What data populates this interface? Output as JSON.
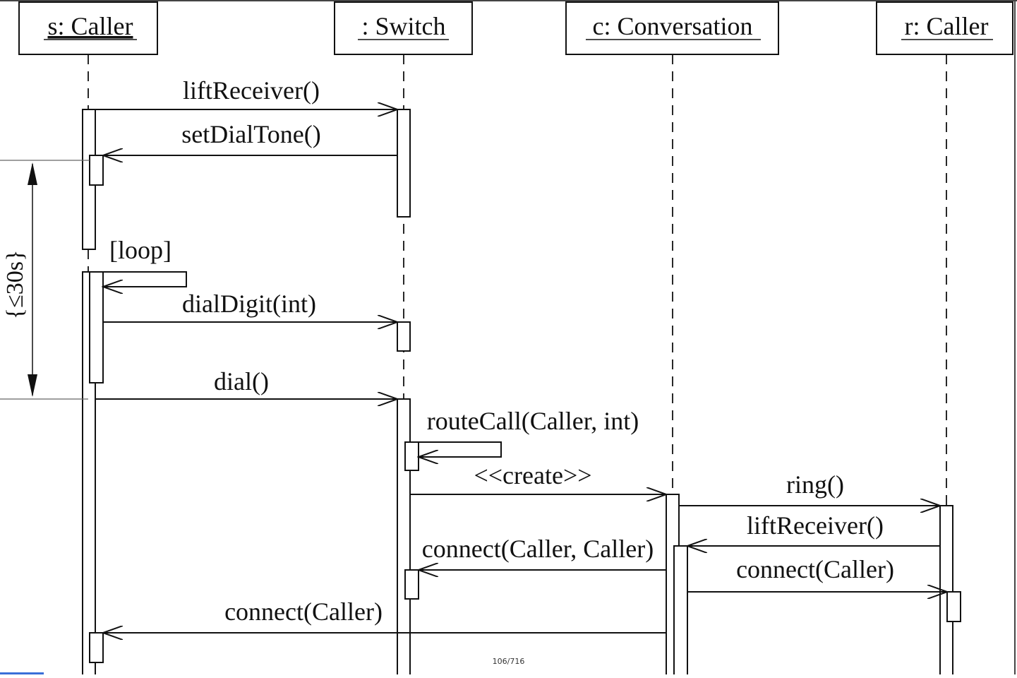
{
  "diagram": {
    "lifelines": [
      {
        "id": "s",
        "label": "s: Caller"
      },
      {
        "id": "sw",
        "label": ": Switch"
      },
      {
        "id": "c",
        "label": "c: Conversation"
      },
      {
        "id": "r",
        "label": "r: Caller"
      }
    ],
    "messages": [
      {
        "id": "m1",
        "label": "liftReceiver()"
      },
      {
        "id": "m2",
        "label": "setDialTone()"
      },
      {
        "id": "m3",
        "label": "dialDigit(int)"
      },
      {
        "id": "m4",
        "label": "dial()"
      },
      {
        "id": "m5",
        "label": "routeCall(Caller, int)"
      },
      {
        "id": "m6",
        "label": "<<create>>"
      },
      {
        "id": "m7",
        "label": "ring()"
      },
      {
        "id": "m8",
        "label": "liftReceiver()"
      },
      {
        "id": "m9",
        "label": "connect(Caller, Caller)"
      },
      {
        "id": "m10",
        "label": "connect(Caller)"
      },
      {
        "id": "m11",
        "label": "connect(Caller)"
      }
    ],
    "loop_label": "[loop]",
    "timing_constraint": "{≤30s}"
  },
  "viewer": {
    "page_indicator": "106/716"
  }
}
